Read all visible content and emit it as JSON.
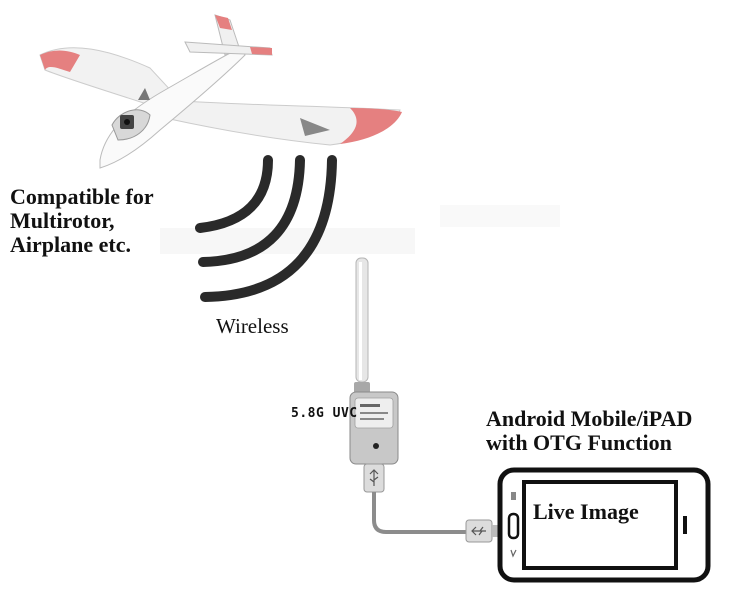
{
  "labels": {
    "compatible_lines": [
      "Compatible for",
      "Multirotor,",
      "Airplane etc."
    ],
    "wireless": "Wireless",
    "receiver": "5.8G UVC",
    "device_lines": [
      "Android Mobile/iPAD",
      "with OTG Function"
    ],
    "screen": "Live Image"
  },
  "icons": {
    "airplane": "rc-airplane-icon",
    "signal": "wireless-signal-icon",
    "receiver": "uvc-receiver-icon",
    "usb": "usb-icon",
    "device": "tablet-icon"
  },
  "colors": {
    "text": "#111111",
    "signal_arcs": "#2a2a2a",
    "plane_body": "#f4f4f4",
    "plane_accent": "#e07070",
    "receiver_body": "#c8c8c8",
    "cable": "#8c8c8c",
    "device_frame": "#111111"
  }
}
